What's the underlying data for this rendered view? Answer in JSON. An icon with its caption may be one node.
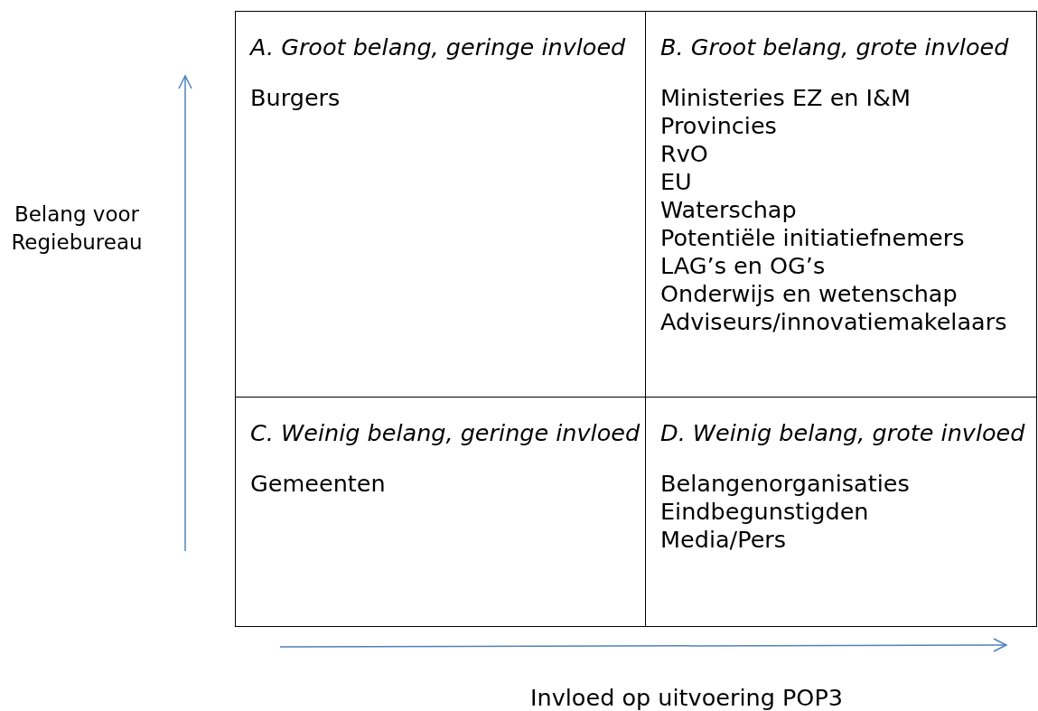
{
  "diagram": {
    "nodes": [
      {
        "text": [
          "A. Groot belang, geringe invloed",
          "Burgers"
        ]
      },
      {
        "text": [
          "B. Groot belang, grote invloed",
          "Ministeries EZ en I&M",
          "Provincies",
          "RvO",
          "EU",
          "Waterschap",
          "Potentiële initiatiefnemers",
          "LAG’s en OG’s",
          "Onderwijs en wetenschap",
          "Adviseurs/innovatiemakelaars"
        ]
      },
      {
        "text": [
          "C. Weinig belang, geringe invloed",
          "Gemeenten"
        ]
      },
      {
        "text": [
          "D. Weinig belang, grote invloed",
          "Belangenorganisaties",
          "Eindbegunstigden",
          "Media/Pers"
        ]
      }
    ],
    "edges": [],
    "labels": [
      "Belang voor Regiebureau",
      "Invloed op uitvoering POP3"
    ]
  }
}
